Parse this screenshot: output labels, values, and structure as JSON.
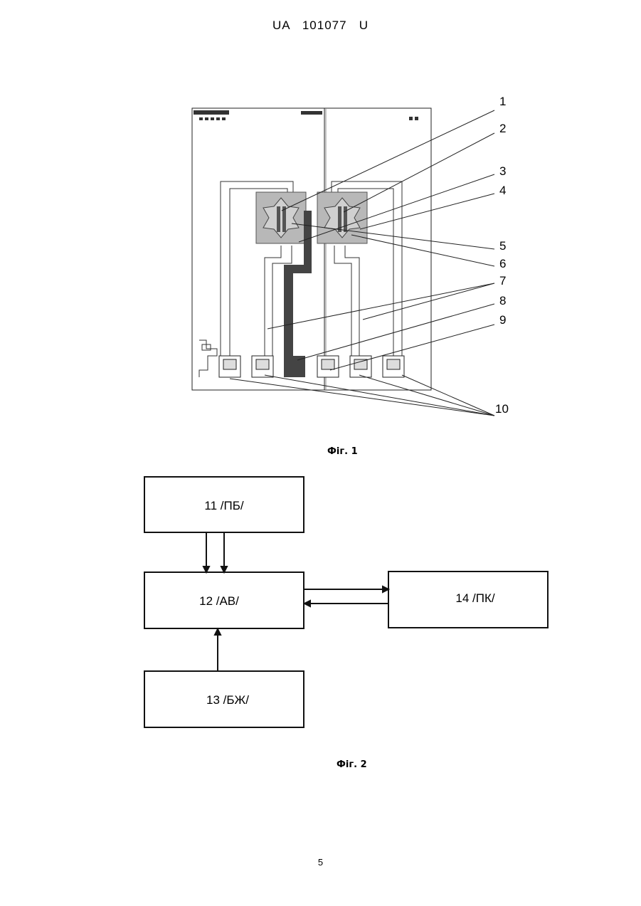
{
  "header": {
    "doc_id": "UA   101077   U"
  },
  "figure1": {
    "caption": "Фіг. 1",
    "callouts": [
      "1",
      "2",
      "3",
      "4",
      "5",
      "6",
      "7",
      "8",
      "9",
      "10"
    ]
  },
  "figure2": {
    "caption": "Фіг. 2",
    "blocks": {
      "b11": "11 /ПБ/",
      "b12": "12 /АВ/",
      "b13": "13 /БЖ/",
      "b14": "14 /ПК/"
    }
  },
  "page_number": "5"
}
